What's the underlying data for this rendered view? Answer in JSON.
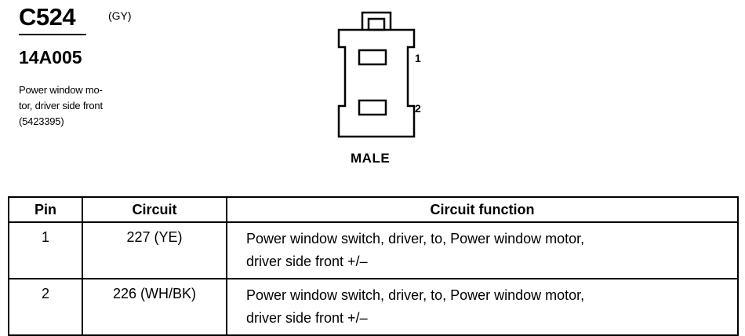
{
  "connector": {
    "id": "C524",
    "color": "(GY)",
    "part_number": "14A005",
    "description_lines": [
      "Power window mo-",
      "tor, driver side front",
      "(5423395)"
    ]
  },
  "diagram": {
    "pin_labels": [
      "1",
      "2"
    ],
    "gender": "MALE"
  },
  "table": {
    "headers": [
      "Pin",
      "Circuit",
      "Circuit function"
    ],
    "rows": [
      {
        "pin": "1",
        "circuit": "227 (YE)",
        "function_lines": [
          "Power window switch, driver, to, Power window motor,",
          "driver side front  +/–"
        ]
      },
      {
        "pin": "2",
        "circuit": "226 (WH/BK)",
        "function_lines": [
          "Power window switch, driver, to, Power window motor,",
          "driver side front  +/–"
        ]
      }
    ]
  }
}
